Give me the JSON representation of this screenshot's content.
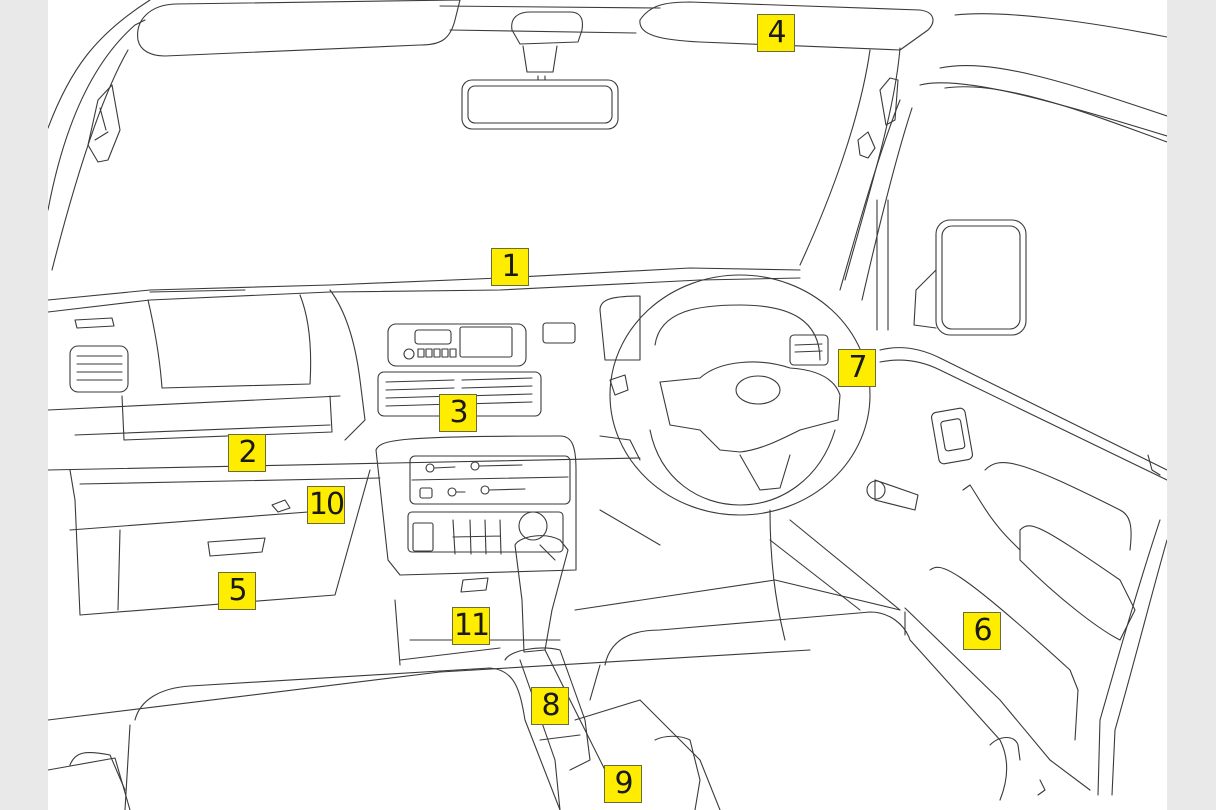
{
  "diagram": {
    "subject": "vehicle-cabin-interior",
    "callout_color": "#ffed00",
    "line_color": "#3a3a3a",
    "callouts": [
      {
        "label": "1"
      },
      {
        "label": "2"
      },
      {
        "label": "3"
      },
      {
        "label": "4"
      },
      {
        "label": "5"
      },
      {
        "label": "6"
      },
      {
        "label": "7"
      },
      {
        "label": "8"
      },
      {
        "label": "9"
      },
      {
        "label": "10"
      },
      {
        "label": "11"
      }
    ]
  }
}
